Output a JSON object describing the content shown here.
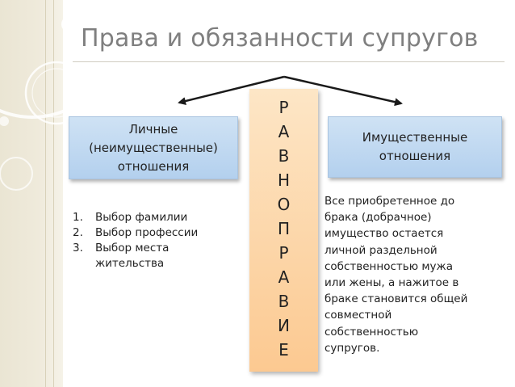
{
  "title": "Права и обязанности супругов",
  "left_box": {
    "text": "Личные\n(неимущественные)\nотношения"
  },
  "right_box": {
    "text": "Имущественные\nотношения"
  },
  "center_letters": [
    "Р",
    "А",
    "В",
    "Н",
    "О",
    "П",
    "Р",
    "А",
    "В",
    "И",
    "Е"
  ],
  "personal_list": [
    {
      "num": "1.",
      "text": "Выбор фамилии"
    },
    {
      "num": "2.",
      "text": "Выбор профессии"
    },
    {
      "num": "3.",
      "text": "Выбор места\nжительства"
    }
  ],
  "property_text": "Все приобретенное до\nбрака (добрачное)\nимущество остается\nличной раздельной\nсобственностью мужа\nили жены, а нажитое в\nбраке становится общей\nсовместной\nсобственностью\nсупругов.",
  "colors": {
    "box_fill": "#b3d0ee",
    "center_fill": "#fcc991",
    "title": "#7f7f7f"
  }
}
